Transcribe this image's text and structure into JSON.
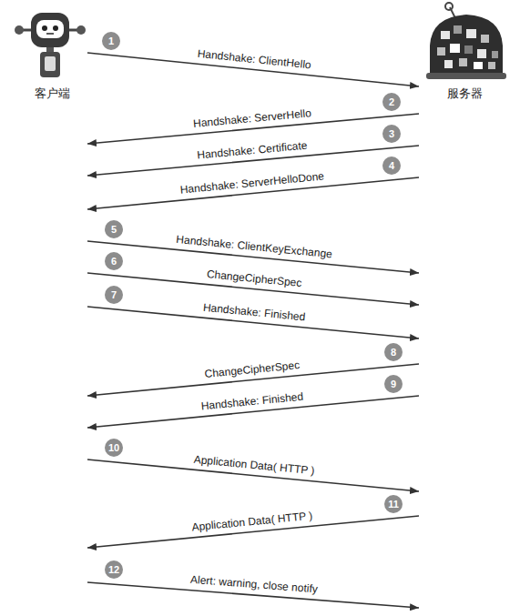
{
  "diagram": {
    "nodes": [
      {
        "text": [
          "客户端"
        ]
      },
      {
        "text": [
          "服务器"
        ]
      }
    ],
    "edges": [
      {
        "from": 0,
        "to": 1,
        "arrow": "to",
        "label": "Handshake: ClientHello"
      },
      {
        "from": 1,
        "to": 0,
        "arrow": "to",
        "label": "Handshake: ServerHello"
      },
      {
        "from": 1,
        "to": 0,
        "arrow": "to",
        "label": "Handshake: Certificate"
      },
      {
        "from": 1,
        "to": 0,
        "arrow": "to",
        "label": "Handshake: ServerHelloDone"
      },
      {
        "from": 0,
        "to": 1,
        "arrow": "to",
        "label": "Handshake: ClientKeyExchange"
      },
      {
        "from": 0,
        "to": 1,
        "arrow": "to",
        "label": "ChangeCipherSpec"
      },
      {
        "from": 0,
        "to": 1,
        "arrow": "to",
        "label": "Handshake: Finished"
      },
      {
        "from": 1,
        "to": 0,
        "arrow": "to",
        "label": "ChangeCipherSpec"
      },
      {
        "from": 1,
        "to": 0,
        "arrow": "to",
        "label": "Handshake: Finished"
      },
      {
        "from": 0,
        "to": 1,
        "arrow": "to",
        "label": "Application Data( HTTP )"
      },
      {
        "from": 1,
        "to": 0,
        "arrow": "to",
        "label": "Application Data( HTTP )"
      },
      {
        "from": 0,
        "to": 1,
        "arrow": "to",
        "label": "Alert: warning, close notify"
      }
    ],
    "labels": [
      "1",
      "2",
      "3",
      "4",
      "5",
      "6",
      "7",
      "8",
      "9",
      "10",
      "11",
      "12"
    ]
  }
}
